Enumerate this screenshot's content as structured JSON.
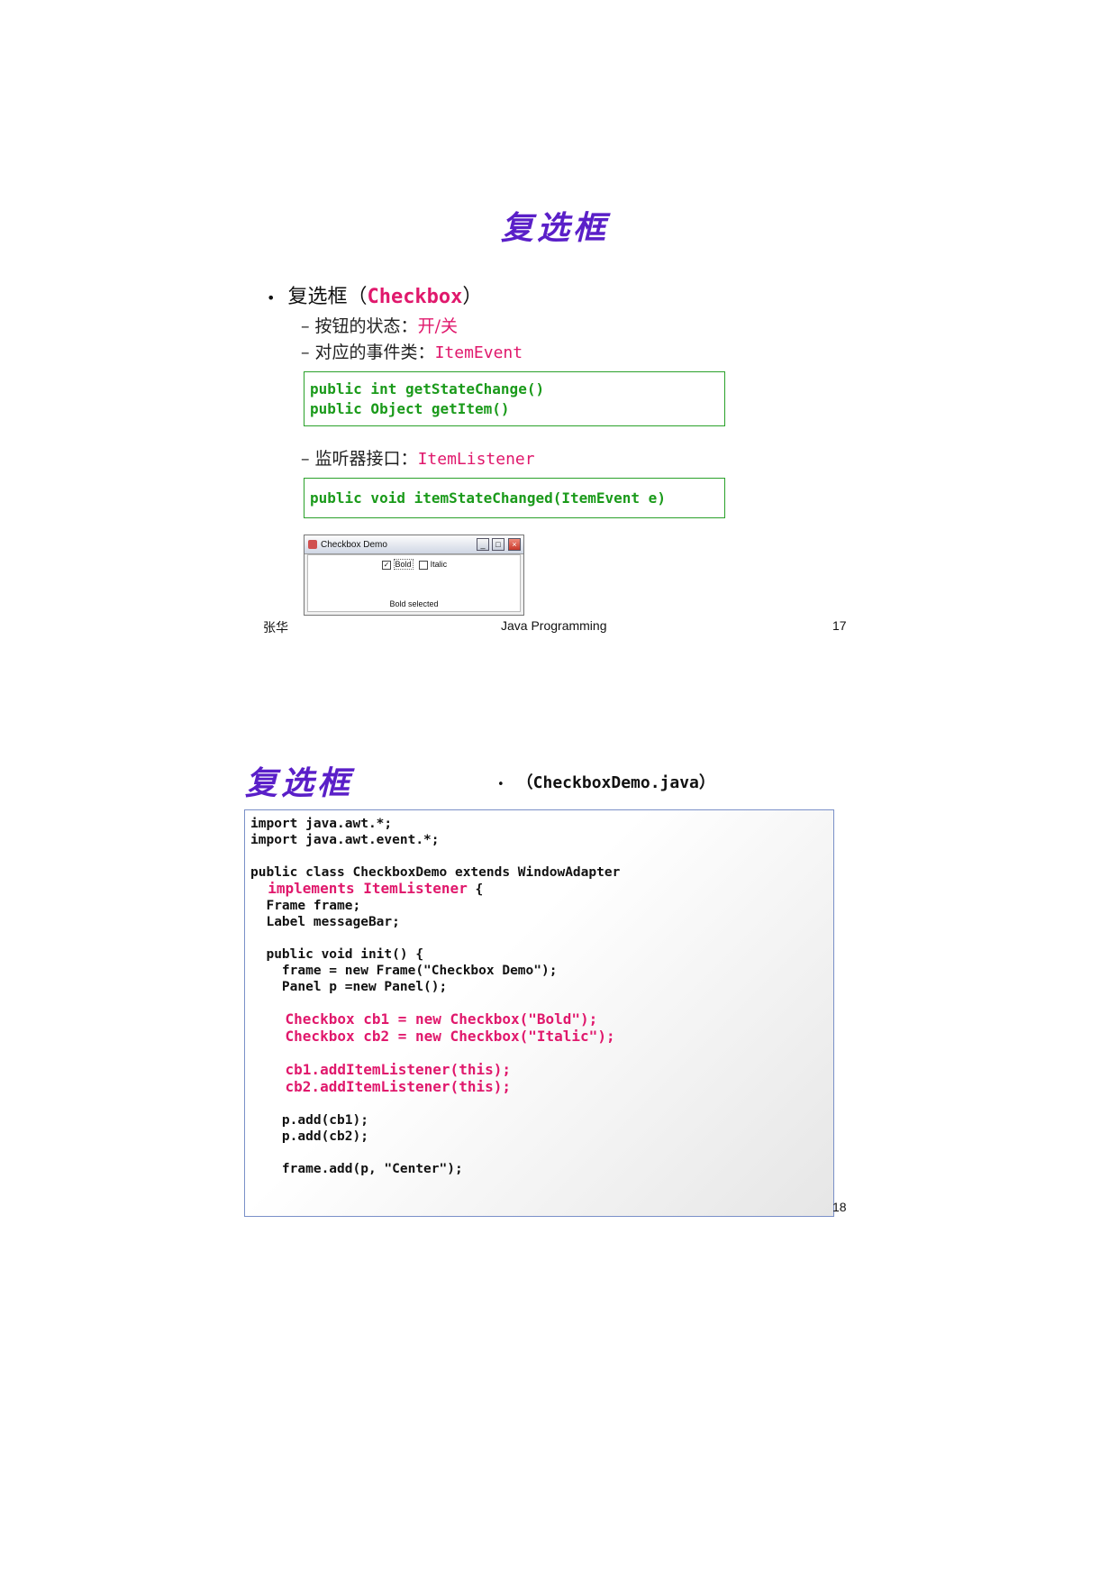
{
  "slide1": {
    "title": "复选框",
    "bullet_prefix": "复选框（",
    "bullet_keyword": "Checkbox",
    "bullet_suffix": "）",
    "sub1_label": "按钮的状态：",
    "sub1_value": "开/关",
    "sub2_label": "对应的事件类：",
    "sub2_value": "ItemEvent",
    "box1_lines": [
      "public int getStateChange()",
      "public Object getItem()"
    ],
    "sub3_label": "监听器接口：",
    "sub3_value": "ItemListener",
    "box2_line": "public void itemStateChanged(ItemEvent e)",
    "demo_window": {
      "title": "Checkbox Demo",
      "checkbox1": "Bold",
      "checkbox1_checked": true,
      "checkbox2": "Italic",
      "checkbox2_checked": false,
      "status": "Bold selected"
    },
    "footer_left": "张华",
    "footer_center": "Java Programming",
    "footer_right": "17"
  },
  "slide2": {
    "title": "复选框",
    "bullet": "（CheckboxDemo.java）",
    "page_number": "18",
    "code": {
      "l1": "import java.awt.*;",
      "l2": "import java.awt.event.*;",
      "l3": "public class CheckboxDemo extends WindowAdapter",
      "l4": "  implements ItemListener",
      "l4b": " {",
      "l5": "  Frame frame;",
      "l6": "  Label messageBar;",
      "l7": "  public void init() {",
      "l8": "    frame = new Frame(\"Checkbox Demo\");",
      "l9": "    Panel p =new Panel();",
      "l10": "    Checkbox cb1 = new Checkbox(\"Bold\");",
      "l11": "    Checkbox cb2 = new Checkbox(\"Italic\");",
      "l12": "    cb1.addItemListener(this);",
      "l13": "    cb2.addItemListener(this);",
      "l14": "    p.add(cb1);",
      "l15": "    p.add(cb2);",
      "l16": "    frame.add(p, \"Center\");"
    }
  }
}
